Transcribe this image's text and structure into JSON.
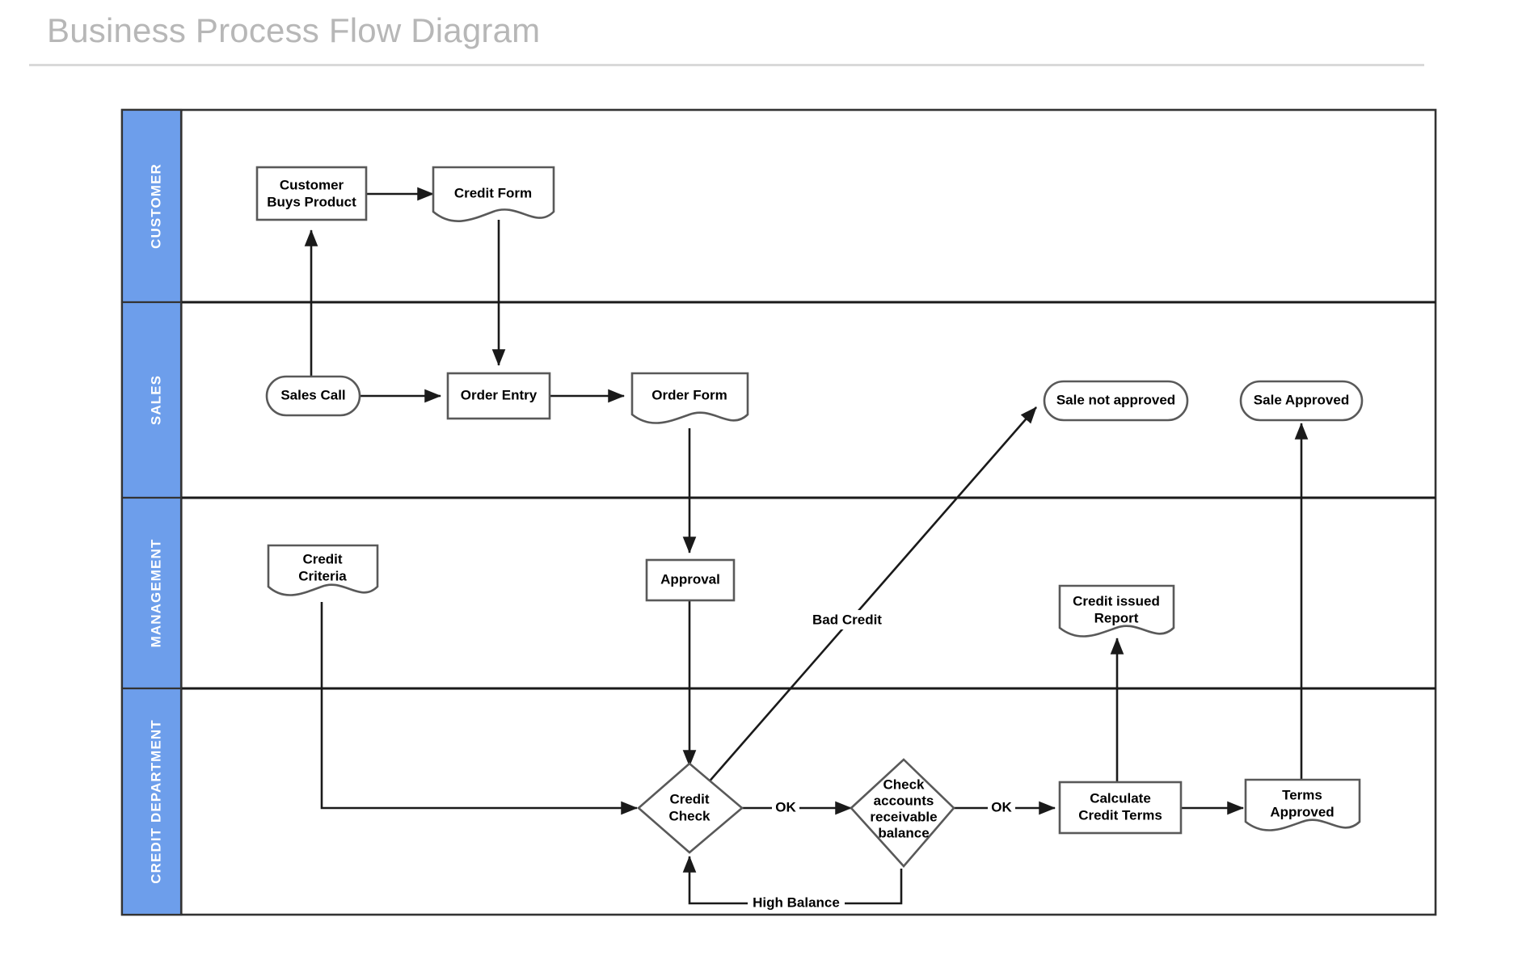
{
  "page": {
    "title": "Business Process Flow Diagram",
    "title_color": "#b7b7b7",
    "rule_color": "#d9d9d9",
    "background": "#ffffff"
  },
  "diagram": {
    "type": "swimlane-flowchart",
    "lane_accent_color": "#6d9eeb",
    "lane_label_color": "#ffffff",
    "shape_stroke_color": "#595959",
    "connector_color": "#1a1a1a",
    "lanes": [
      {
        "id": "customer",
        "label": "CUSTOMER"
      },
      {
        "id": "sales",
        "label": "SALES"
      },
      {
        "id": "management",
        "label": "MANAGEMENT"
      },
      {
        "id": "credit",
        "label": "CREDIT DEPARTMENT"
      }
    ],
    "nodes": [
      {
        "id": "customer-buys-product",
        "lane": "customer",
        "shape": "process",
        "label_lines": [
          "Customer",
          "Buys Product"
        ]
      },
      {
        "id": "credit-form",
        "lane": "customer",
        "shape": "document",
        "label_lines": [
          "Credit Form"
        ]
      },
      {
        "id": "sales-call",
        "lane": "sales",
        "shape": "terminator",
        "label_lines": [
          "Sales Call"
        ]
      },
      {
        "id": "order-entry",
        "lane": "sales",
        "shape": "process",
        "label_lines": [
          "Order Entry"
        ]
      },
      {
        "id": "order-form",
        "lane": "sales",
        "shape": "document",
        "label_lines": [
          "Order Form"
        ]
      },
      {
        "id": "sale-not-approved",
        "lane": "sales",
        "shape": "terminator",
        "label_lines": [
          "Sale not approved"
        ]
      },
      {
        "id": "sale-approved",
        "lane": "sales",
        "shape": "terminator",
        "label_lines": [
          "Sale Approved"
        ]
      },
      {
        "id": "credit-criteria",
        "lane": "management",
        "shape": "document",
        "label_lines": [
          "Credit",
          "Criteria"
        ]
      },
      {
        "id": "approval",
        "lane": "management",
        "shape": "process",
        "label_lines": [
          "Approval"
        ]
      },
      {
        "id": "credit-issued-report",
        "lane": "management",
        "shape": "document",
        "label_lines": [
          "Credit issued",
          "Report"
        ]
      },
      {
        "id": "credit-check",
        "lane": "credit",
        "shape": "decision",
        "label_lines": [
          "Credit",
          "Check"
        ]
      },
      {
        "id": "check-ar-balance",
        "lane": "credit",
        "shape": "decision",
        "label_lines": [
          "Check",
          "accounts",
          "receivable",
          "balance"
        ]
      },
      {
        "id": "calculate-credit-terms",
        "lane": "credit",
        "shape": "process",
        "label_lines": [
          "Calculate",
          "Credit Terms"
        ]
      },
      {
        "id": "terms-approved",
        "lane": "credit",
        "shape": "document",
        "label_lines": [
          "Terms",
          "Approved"
        ]
      }
    ],
    "edge_labels": {
      "bad_credit": "Bad Credit",
      "ok_1": "OK",
      "ok_2": "OK",
      "high_balance": "High Balance"
    },
    "edges": [
      {
        "id": "e-buys-to-creditform",
        "from": "customer-buys-product",
        "to": "credit-form",
        "label": ""
      },
      {
        "id": "e-salescall-to-buys",
        "from": "sales-call",
        "to": "customer-buys-product",
        "label": ""
      },
      {
        "id": "e-creditform-to-orderentry",
        "from": "credit-form",
        "to": "order-entry",
        "label": ""
      },
      {
        "id": "e-salescall-to-orderentry",
        "from": "sales-call",
        "to": "order-entry",
        "label": ""
      },
      {
        "id": "e-orderentry-to-orderform",
        "from": "order-entry",
        "to": "order-form",
        "label": ""
      },
      {
        "id": "e-orderform-to-approval",
        "from": "order-form",
        "to": "approval",
        "label": ""
      },
      {
        "id": "e-approval-to-creditcheck",
        "from": "approval",
        "to": "credit-check",
        "label": ""
      },
      {
        "id": "e-criteria-to-creditcheck",
        "from": "credit-criteria",
        "to": "credit-check",
        "label": ""
      },
      {
        "id": "e-creditcheck-to-notapproved",
        "from": "credit-check",
        "to": "sale-not-approved",
        "label": "Bad Credit"
      },
      {
        "id": "e-creditcheck-to-ar",
        "from": "credit-check",
        "to": "check-ar-balance",
        "label": "OK"
      },
      {
        "id": "e-ar-to-calculate",
        "from": "check-ar-balance",
        "to": "calculate-credit-terms",
        "label": "OK"
      },
      {
        "id": "e-ar-to-creditcheck",
        "from": "check-ar-balance",
        "to": "credit-check",
        "label": "High Balance"
      },
      {
        "id": "e-calculate-to-report",
        "from": "calculate-credit-terms",
        "to": "credit-issued-report",
        "label": ""
      },
      {
        "id": "e-calculate-to-terms",
        "from": "calculate-credit-terms",
        "to": "terms-approved",
        "label": ""
      },
      {
        "id": "e-terms-to-saleapproved",
        "from": "terms-approved",
        "to": "sale-approved",
        "label": ""
      }
    ]
  }
}
